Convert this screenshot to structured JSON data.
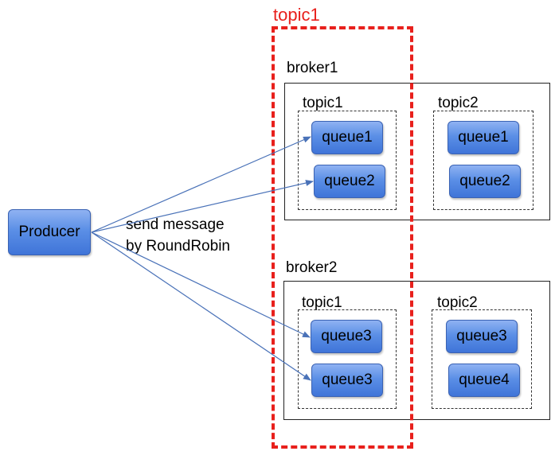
{
  "topic_group": {
    "label": "topic1"
  },
  "producer": {
    "label": "Producer"
  },
  "send_note": {
    "line1": "send message",
    "line2": "by RoundRobin"
  },
  "brokers": [
    {
      "label": "broker1",
      "topics": [
        {
          "label": "topic1",
          "queues": [
            "queue1",
            "queue2"
          ]
        },
        {
          "label": "topic2",
          "queues": [
            "queue1",
            "queue2"
          ]
        }
      ]
    },
    {
      "label": "broker2",
      "topics": [
        {
          "label": "topic1",
          "queues": [
            "queue3",
            "queue3"
          ]
        },
        {
          "label": "topic2",
          "queues": [
            "queue3",
            "queue4"
          ]
        }
      ]
    }
  ],
  "colors": {
    "highlight": "#e8201c",
    "queue_fill": "#5b8fe6",
    "arrow": "#4a72b8"
  }
}
